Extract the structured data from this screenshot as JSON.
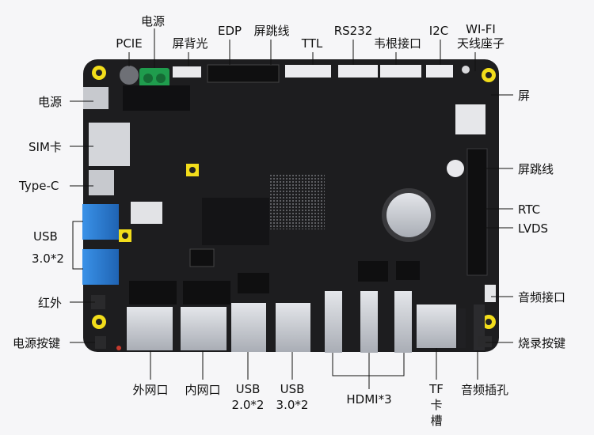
{
  "labels": {
    "top_power": "电源",
    "pcie": "PCIE",
    "backlight": "屏背光",
    "edp": "EDP",
    "screen_jumper_top": "屏跳线",
    "ttl": "TTL",
    "rs232": "RS232",
    "wiegand": "韦根接口",
    "i2c": "I2C",
    "wifi_line1": "WI-FI",
    "wifi_line2": "天线座子",
    "left_power": "电源",
    "sim": "SIM卡",
    "typec": "Type-C",
    "usb30_left_line1": "USB",
    "usb30_left_line2": "3.0*2",
    "infrared": "红外",
    "power_button": "电源按键",
    "screen": "屏",
    "screen_jumper_right": "屏跳线",
    "rtc": "RTC",
    "lvds": "LVDS",
    "audio_port": "音频接口",
    "burn_button": "烧录按键",
    "ext_lan": "外网口",
    "int_lan": "内网口",
    "usb20_bottom": "USB\n2.0*2",
    "usb30_bottom": "USB\n3.0*2",
    "hdmi": "HDMI*3",
    "tf_slot": "TF\n卡\n槽",
    "audio_jack": "音频插孔"
  },
  "colors": {
    "board": "#1d1d1f",
    "pad_yellow": "#f2dd1b",
    "metal": "#c9ccd2",
    "usb_blue": "#2a7fd8",
    "terminal_green": "#1f9c4d"
  }
}
